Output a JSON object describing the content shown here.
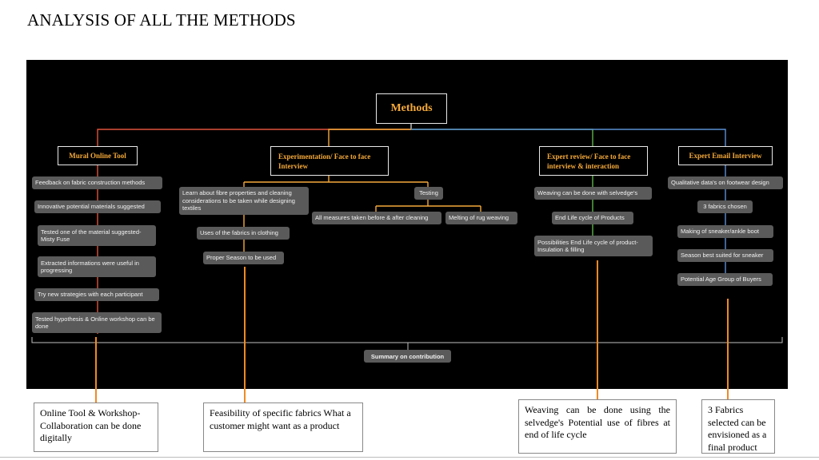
{
  "title": "ANALYSIS OF ALL THE METHODS",
  "root": "Methods",
  "branches": {
    "mural": "Mural Online Tool",
    "experimentation": "Experimentation/ Face to face Interview",
    "expert_review": "Expert review/ Face to face interview & interaction",
    "expert_email": "Expert Email Interview"
  },
  "mural_items": [
    "Feedback on fabric construction methods",
    "Innovative potential materials suggested",
    "Tested one of the material suggested- Misty Fuse",
    "Extracted informations were useful in progressing",
    "Try new strategies with each participant",
    "Tested hypothesis & Online workshop can be done"
  ],
  "experimentation_items": [
    "Learn about fibre properties and cleaning considerations to be taken while designing textiles",
    "Uses of the fabrics in clothing",
    "Proper Season to be used"
  ],
  "testing": {
    "label": "Testing",
    "children": [
      "All measures taken before & after cleaning",
      "Melting of rug weaving"
    ]
  },
  "expert_review_items": [
    "Weaving can be done with selvedge's",
    "End Life cycle of Products",
    "Possibilities End Life cycle of product- Insulation & filling"
  ],
  "expert_email_items": [
    "Qualitative data's on footwear design",
    "3 fabrics chosen",
    "Making of sneaker/ankle boot",
    "Season best suited for sneaker",
    "Potential Age Group of Buyers"
  ],
  "summary": "Summary on contribution",
  "notes": [
    "Online Tool & Workshop- Collaboration can be done digitally",
    "Feasibility of specific fabrics What a customer might want as a product",
    "Weaving can be done using the selvedge's Potential use of fibres at end of life cycle",
    "3 Fabrics selected can be envisioned as a final product"
  ],
  "colors": {
    "canvas": "#000000",
    "branch_text": "#f5a93a",
    "leaf_bg": "#5a5a5a",
    "line_red": "#e0533a",
    "line_orange": "#f5a93a",
    "line_green": "#5fb34a",
    "line_blue": "#5b8fd6",
    "callout": "#f08a24"
  }
}
